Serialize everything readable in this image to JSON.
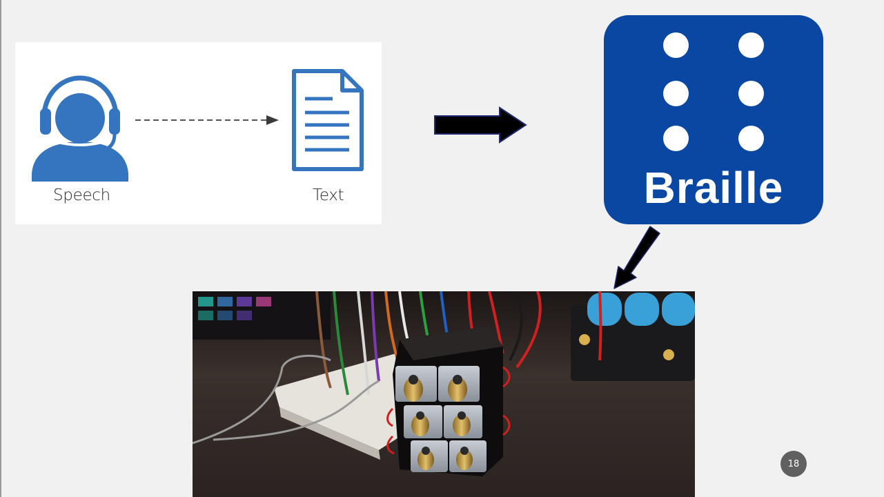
{
  "speech_panel": {
    "speech_label": "Speech",
    "text_label": "Text"
  },
  "braille_card": {
    "title": "Braille",
    "dots_filled": [
      true,
      true,
      true,
      true,
      true,
      true
    ]
  },
  "page_number": "18",
  "colors": {
    "background": "#f2f1f1",
    "icon_blue": "#3575c0",
    "braille_blue": "#0a47a3",
    "arrow_fill": "#000000",
    "arrow_outline": "#1f2a6e"
  },
  "icons": [
    "headset-icon",
    "document-icon"
  ]
}
